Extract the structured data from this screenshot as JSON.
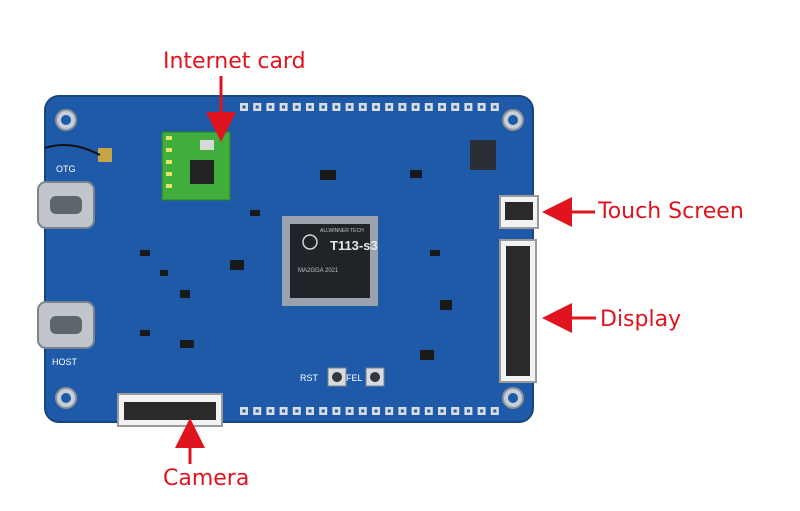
{
  "callouts": {
    "internet_card": "Internet card",
    "touch_screen": "Touch Screen",
    "display": "Display",
    "camera": "Camera"
  },
  "board": {
    "port_top": "OTG",
    "port_bottom": "HOST",
    "chip_line1": "T113-s3",
    "chip_line2": "MA2GGA  2021",
    "chip_brand": "ALLWINNER TECH",
    "btn_rst": "RST",
    "btn_fel": "FEL"
  },
  "colors": {
    "board": "#1e5aa8",
    "callout": "#e0141e",
    "module": "#3fae3c"
  }
}
